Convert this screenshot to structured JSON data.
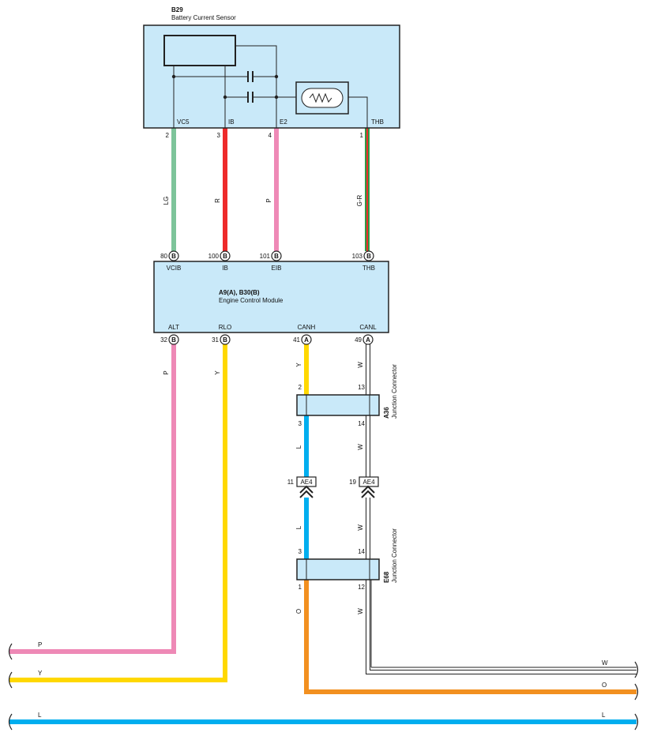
{
  "sensor": {
    "code": "B29",
    "name": "Battery Current Sensor",
    "pins": [
      {
        "num": "2",
        "name": "VC5"
      },
      {
        "num": "3",
        "name": "IB"
      },
      {
        "num": "4",
        "name": "E2"
      },
      {
        "num": "1",
        "name": "THB"
      }
    ]
  },
  "ecm": {
    "code": "A9(A), B30(B)",
    "name": "Engine Control Module",
    "top_pins": [
      {
        "num": "80",
        "conn": "B",
        "name": "VCIB"
      },
      {
        "num": "100",
        "conn": "B",
        "name": "IB"
      },
      {
        "num": "101",
        "conn": "B",
        "name": "EIB"
      },
      {
        "num": "103",
        "conn": "B",
        "name": "THB"
      }
    ],
    "bottom_pins": [
      {
        "num": "32",
        "conn": "B",
        "name": "ALT"
      },
      {
        "num": "31",
        "conn": "B",
        "name": "RLO"
      },
      {
        "num": "41",
        "conn": "A",
        "name": "CANH"
      },
      {
        "num": "49",
        "conn": "A",
        "name": "CANL"
      }
    ]
  },
  "wire_colors": {
    "LG": "#7dc49a",
    "R": "#ee2a2a",
    "P": "#ee89b6",
    "G-R": "#2e9a47",
    "Y": "#ffd800",
    "L": "#00aeef",
    "O": "#f29020",
    "W": "#ffffff"
  },
  "wires_upper": [
    {
      "color": "LG"
    },
    {
      "color": "R"
    },
    {
      "color": "P"
    },
    {
      "color": "G-R"
    }
  ],
  "wires_lower": {
    "alt": "P",
    "rlo": "Y",
    "canh_1": "Y",
    "canl_1": "W",
    "canh_2": "L",
    "canl_2": "W",
    "canh_3": "L",
    "canl_3": "W",
    "canh_4": "O",
    "canl_4": "W"
  },
  "junction_a36": {
    "code": "A36",
    "name": "Junction Connector",
    "pins_top": [
      "2",
      "13"
    ],
    "pins_bottom": [
      "3",
      "14"
    ]
  },
  "connector_ae4": {
    "code": "AE4",
    "pins": [
      "11",
      "19"
    ]
  },
  "junction_e68": {
    "code": "E68",
    "name": "Junction Connector",
    "pins_top": [
      "3",
      "14"
    ],
    "pins_bottom": [
      "1",
      "12"
    ]
  },
  "bottom_wires": [
    {
      "left_label": "P",
      "right_label": ""
    },
    {
      "left_label": "Y",
      "right_label": ""
    },
    {
      "left_label": "",
      "right_label": "W"
    },
    {
      "left_label": "",
      "right_label": "O"
    },
    {
      "left_label": "L",
      "right_label": "L"
    }
  ]
}
